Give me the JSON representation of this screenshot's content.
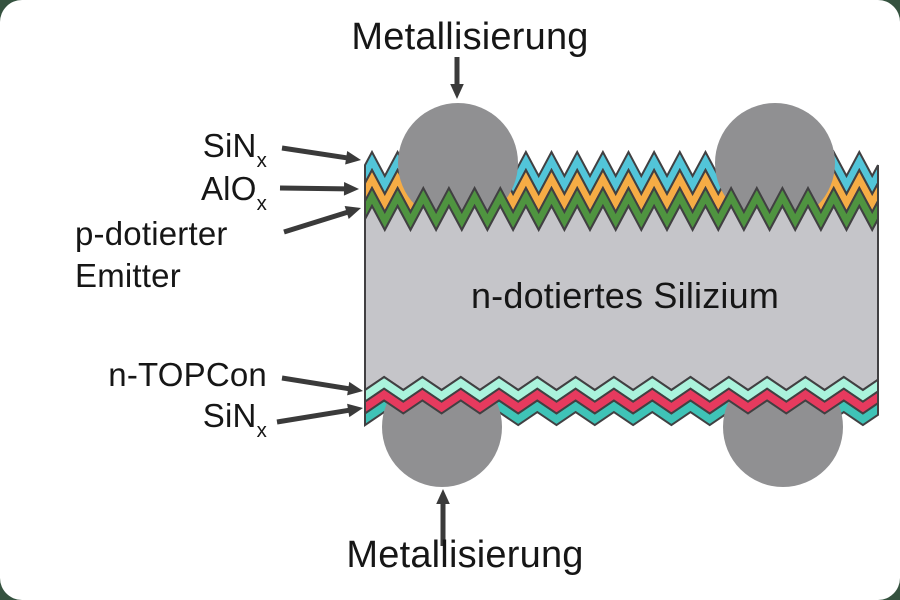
{
  "page": {
    "background": "#35523f",
    "card_background": "#ffffff"
  },
  "diagram": {
    "top_label": "Metallisierung",
    "bottom_label": "Metallisierung",
    "bulk_label": "n-dotiertes Silizium",
    "front_labels": {
      "sinx": {
        "base": "SiN",
        "sub": "x"
      },
      "alox": {
        "base": "AlO",
        "sub": "x"
      },
      "emitter_line1": "p-dotierter",
      "emitter_line2": "Emitter"
    },
    "rear_labels": {
      "topcon": "n-TOPCon",
      "sinx": {
        "base": "SiN",
        "sub": "x"
      }
    },
    "colors": {
      "sinx_top": "#52c5d9",
      "alox": "#f6ac45",
      "emitter": "#4f9440",
      "silicon": "#c5c5c9",
      "tunnel_oxide": "#aaf3dc",
      "topcon": "#e63a5e",
      "sinx_bottom": "#3fc3b7",
      "metal": "#909092",
      "outline": "#414042",
      "arrow": "#3a3a3a",
      "text": "#161616"
    }
  }
}
